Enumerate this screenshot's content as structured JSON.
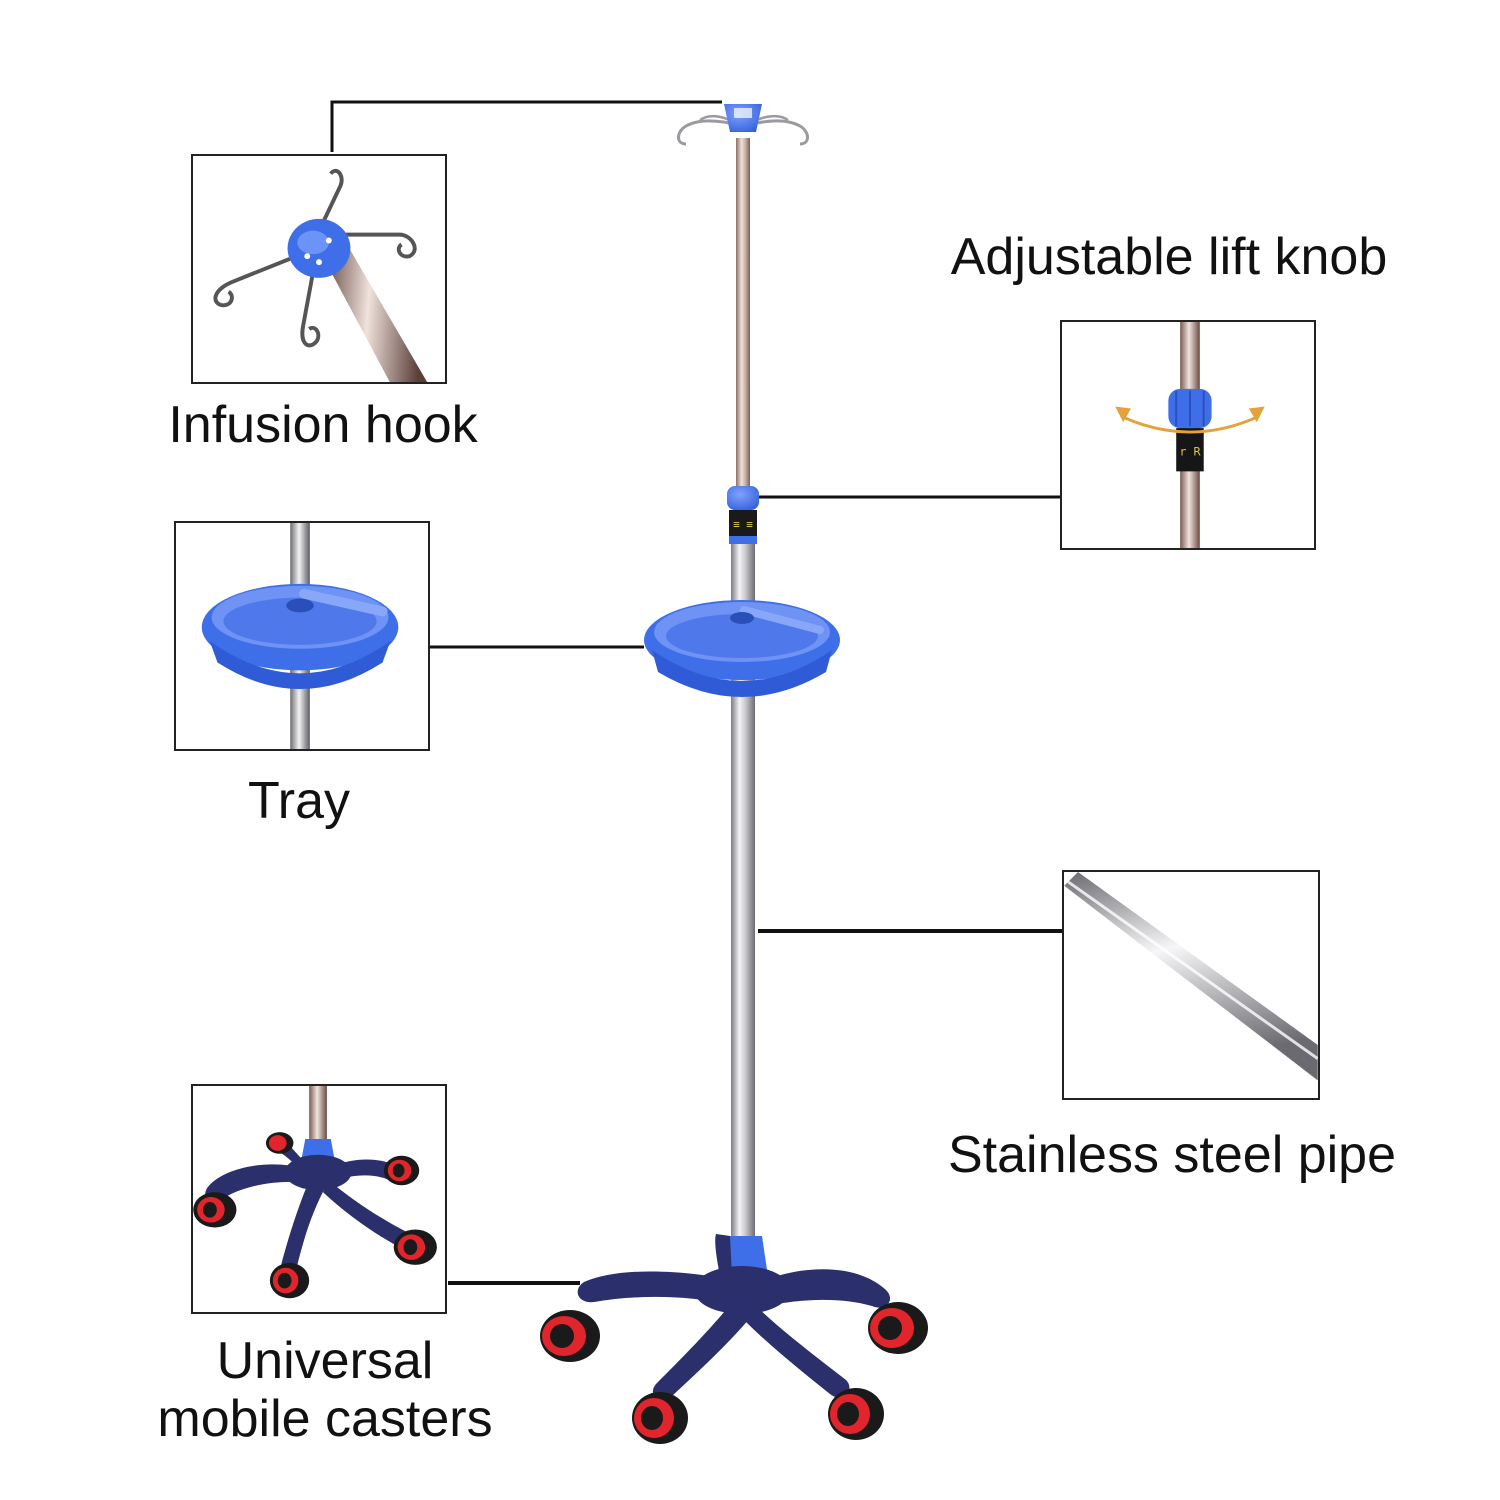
{
  "labels": {
    "infusion_hook": "Infusion hook",
    "adjustable_lift_knob": "Adjustable lift knob",
    "tray": "Tray",
    "stainless_steel_pipe": "Stainless steel pipe",
    "casters_line1": "Universal",
    "casters_line2": "mobile casters"
  },
  "colors": {
    "accent_blue": "#3f6fe8",
    "base_navy": "#2b2f6b",
    "caster_red": "#e0262c",
    "steel": "#b9b9bd",
    "leader_line": "#111111"
  },
  "icons": [
    "infusion-hook-icon",
    "lift-knob-icon",
    "tray-icon",
    "steel-pipe-icon",
    "caster-base-icon"
  ]
}
